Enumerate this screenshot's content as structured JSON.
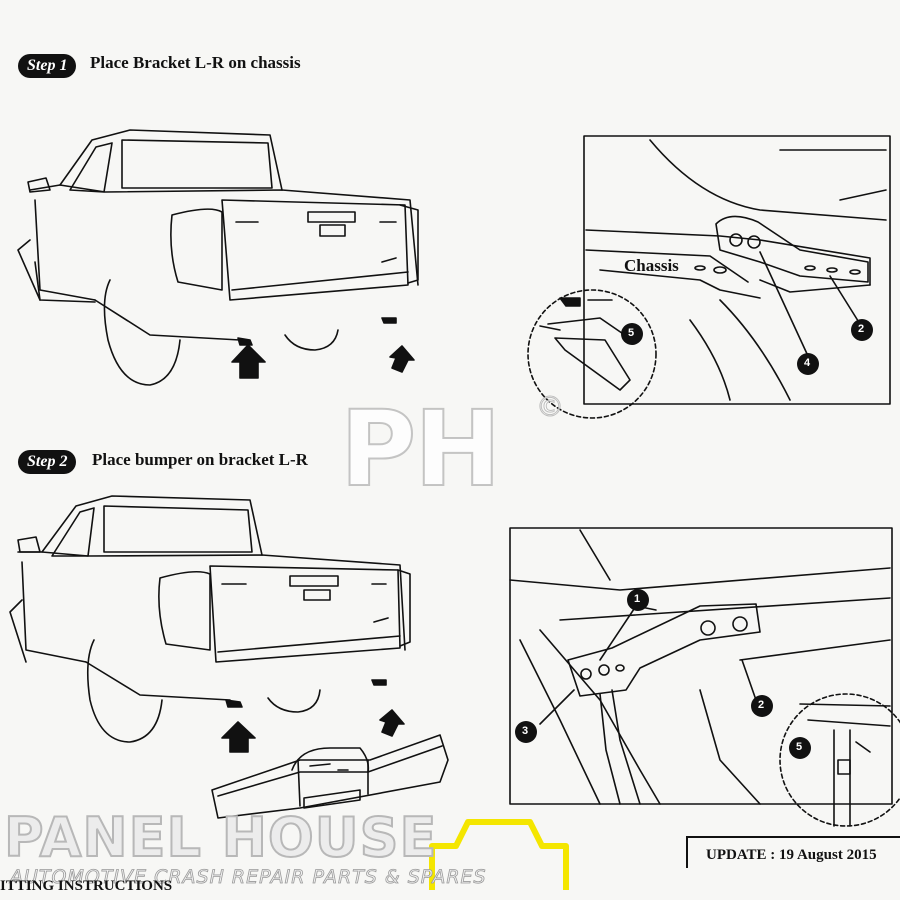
{
  "step1": {
    "badge": "Step 1",
    "title": "Place Bracket L-R on chassis"
  },
  "step2": {
    "badge": "Step 2",
    "title": "Place bumper on bracket L-R"
  },
  "detail1": {
    "chassis_label": "Chassis",
    "callouts": [
      "2",
      "4",
      "5"
    ]
  },
  "detail2": {
    "callouts": [
      "1",
      "2",
      "3",
      "5"
    ]
  },
  "update_text": "UPDATE : 19 August 2015",
  "footer_text": "ITTING INSTRUCTIONS",
  "brand": {
    "name": "PANEL HOUSE",
    "tagline": "AUTOMOTIVE CRASH REPAIR PARTS & SPARES",
    "logo_color": "#f4e600"
  },
  "watermark": {
    "text": "PH",
    "symbol": "©"
  },
  "colors": {
    "line": "#111111",
    "paper": "#f7f7f5"
  }
}
